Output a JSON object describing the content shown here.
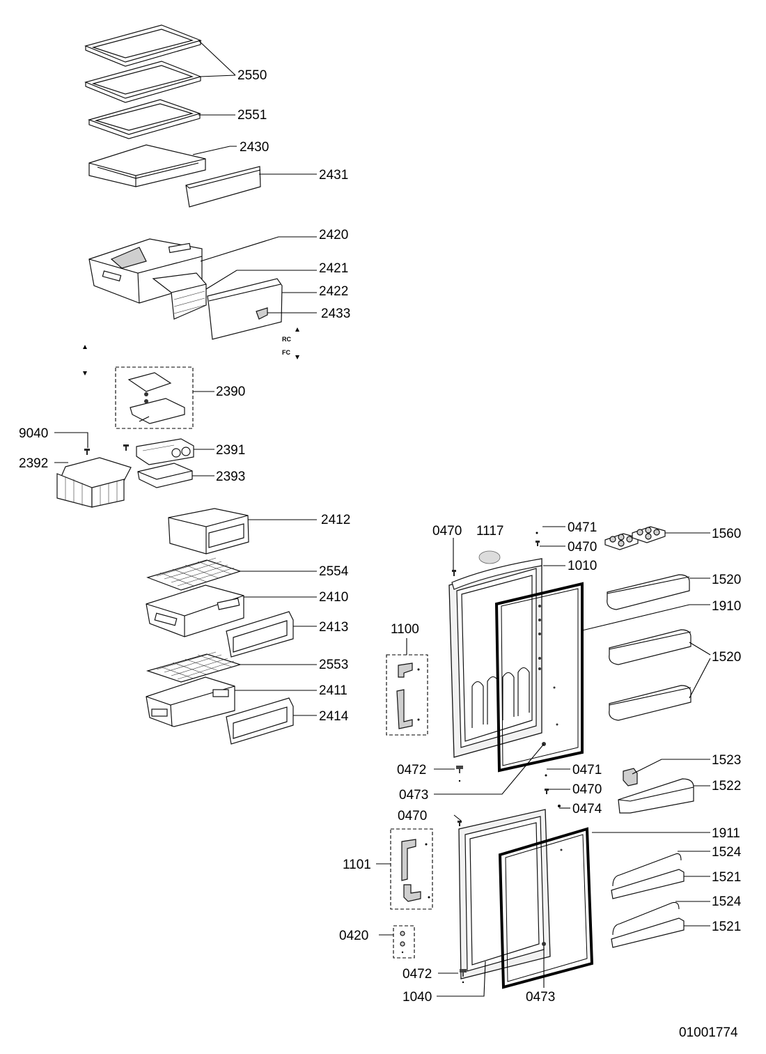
{
  "labels": {
    "l2550": "2550",
    "l2551": "2551",
    "l2430": "2430",
    "l2431": "2431",
    "l2420": "2420",
    "l2421": "2421",
    "l2422": "2422",
    "l2433": "2433",
    "lRC": "RC",
    "lFC": "FC",
    "l2390": "2390",
    "l9040": "9040",
    "l2391": "2391",
    "l2392": "2392",
    "l2393": "2393",
    "l2412": "2412",
    "l2554": "2554",
    "l2410": "2410",
    "l2413": "2413",
    "l2553": "2553",
    "l2411": "2411",
    "l2414": "2414",
    "l0470a": "0470",
    "l1117": "1117",
    "l0471a": "0471",
    "l0470b": "0470",
    "l1560": "1560",
    "l1010": "1010",
    "l1520a": "1520",
    "l1910": "1910",
    "l1100": "1100",
    "l1520b": "1520",
    "l0472a": "0472",
    "l0471b": "0471",
    "l1523": "1523",
    "l0470c": "0470",
    "l1522": "1522",
    "l0473a": "0473",
    "l0474": "0474",
    "l0470d": "0470",
    "l1911": "1911",
    "l1524a": "1524",
    "l1101": "1101",
    "l1521a": "1521",
    "l1524b": "1524",
    "l1521b": "1521",
    "l0420": "0420",
    "l0472b": "0472",
    "l1040": "1040",
    "l0473b": "0473"
  },
  "drawing_number": "01001774"
}
